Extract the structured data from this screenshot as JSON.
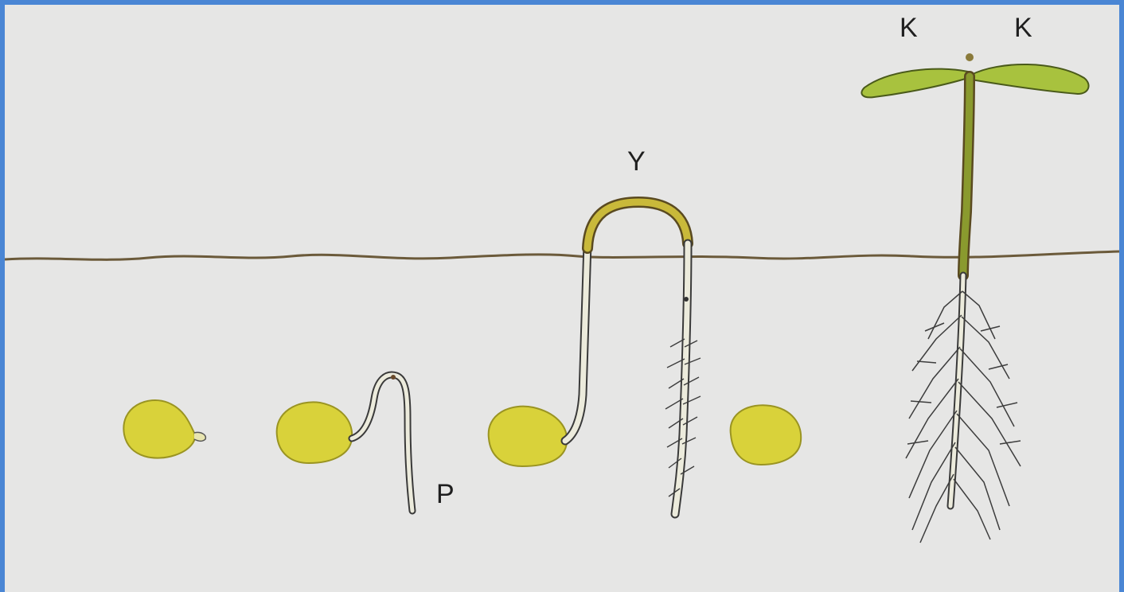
{
  "labels": {
    "p": "P",
    "y": "Y",
    "k_left": "K",
    "k_right": "K"
  },
  "colors": {
    "background_frame": "#4a86d4",
    "paper": "#e6e6e5",
    "soil_line": "#6b5a3a",
    "seed_fill": "#d9d23a",
    "seed_stroke": "#9a9422",
    "hook": "#c9b93a",
    "stem_green": "#8a9a2e",
    "leaf_green": "#a8c23e",
    "root_line": "#3d3d3d"
  },
  "stages": [
    "seed",
    "radicle-emerging",
    "hypocotyl-hook",
    "seedling-with-cotyledons"
  ]
}
